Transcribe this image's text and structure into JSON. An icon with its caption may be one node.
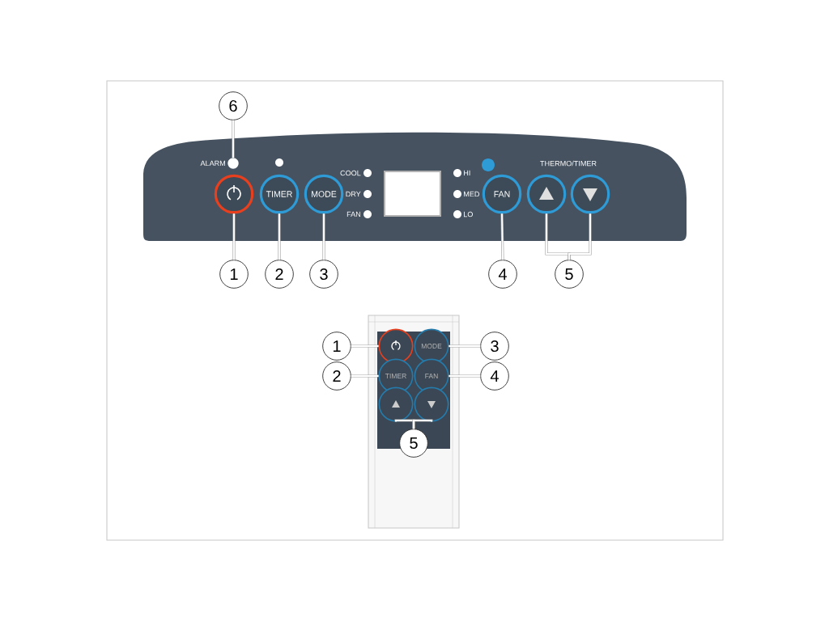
{
  "diagram": {
    "nodes": [
      {
        "text": [
          "6"
        ]
      },
      {
        "text": [],
        "shape": "circle",
        "beside": [
          "ALARM"
        ]
      },
      {
        "text": [],
        "shape": "circle"
      },
      {
        "text": [
          "TIMER"
        ]
      },
      {
        "text": [
          "MODE"
        ]
      },
      {
        "text": [
          "FAN"
        ]
      },
      {
        "text": [],
        "shape": "circle"
      },
      {
        "text": [],
        "shape": "circle"
      },
      {
        "text": [
          "1"
        ]
      },
      {
        "text": [
          "2"
        ]
      },
      {
        "text": [
          "3"
        ]
      },
      {
        "text": [
          "4"
        ]
      },
      {
        "text": [
          "5"
        ]
      },
      {
        "text": [],
        "shape": "circle"
      },
      {
        "text": [
          "MODE"
        ]
      },
      {
        "text": [
          "TIMER"
        ]
      },
      {
        "text": [
          "FAN"
        ]
      },
      {
        "text": [],
        "shape": "circle"
      },
      {
        "text": [],
        "shape": "circle"
      },
      {
        "text": [
          "1"
        ]
      },
      {
        "text": [
          "3"
        ]
      },
      {
        "text": [
          "2"
        ]
      },
      {
        "text": [
          "4"
        ]
      },
      {
        "text": [
          "5"
        ]
      }
    ],
    "edges": [
      {
        "from": 0,
        "to": 1,
        "arrow": "none"
      },
      {
        "from": 8,
        "to": 2,
        "arrow": "none"
      },
      {
        "from": 9,
        "to": 3,
        "arrow": "none"
      },
      {
        "from": 10,
        "to": 4,
        "arrow": "none"
      },
      {
        "from": 11,
        "to": 5,
        "arrow": "none"
      },
      {
        "from": 12,
        "to": 6,
        "arrow": "none"
      },
      {
        "from": 12,
        "to": 7,
        "arrow": "none"
      },
      {
        "from": 19,
        "to": 13,
        "arrow": "none"
      },
      {
        "from": 20,
        "to": 14,
        "arrow": "none"
      },
      {
        "from": 21,
        "to": 15,
        "arrow": "none"
      },
      {
        "from": 22,
        "to": 16,
        "arrow": "none"
      },
      {
        "from": 23,
        "to": 17,
        "arrow": "none"
      },
      {
        "from": 23,
        "to": 18,
        "arrow": "none"
      }
    ],
    "labels": [
      "COOL",
      "DRY",
      "FAN",
      "HI",
      "MED",
      "LO",
      "THERMO/TIMER"
    ]
  }
}
